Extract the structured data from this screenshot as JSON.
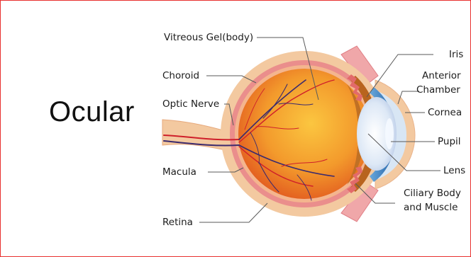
{
  "heading": "Ocular",
  "labels": {
    "vitreous": "Vitreous Gel(body)",
    "choroid": "Choroid",
    "optic_nerve": "Optic Nerve",
    "macula": "Macula",
    "retina": "Retina",
    "iris": "Iris",
    "anterior_chamber_1": "Anterior",
    "anterior_chamber_2": "Chamber",
    "cornea": "Cornea",
    "pupil": "Pupil",
    "lens": "Lens",
    "ciliary_1": "Ciliary Body",
    "ciliary_2": "and Muscle"
  },
  "colors": {
    "frame_border": "#e8312f",
    "sclera": "#f3c9a0",
    "choroid": "#e9868a",
    "vitreous_center": "#f8b73a",
    "vitreous_edge": "#e2561f",
    "vessel_dark": "#3b2a6e",
    "vessel_red": "#cf1f2a",
    "cornea": "#cfe3f7",
    "iris": "#2e7fc4",
    "lens": "#e6eef8"
  }
}
